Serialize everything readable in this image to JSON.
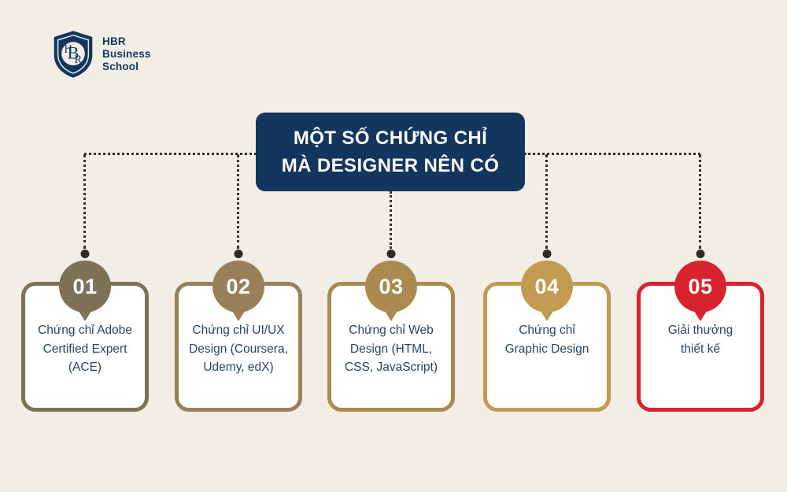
{
  "brand": {
    "monogram": "HBR",
    "lines": [
      "HBR",
      "Business",
      "School"
    ]
  },
  "title": {
    "line1": "MỘT SỐ CHỨNG CHỈ",
    "line2": "MÀ DESIGNER NÊN CÓ"
  },
  "colors": {
    "background": "#f3eee5",
    "navy": "#13365f",
    "connector": "#363029",
    "card_text": "#2c455e",
    "white": "#ffffff"
  },
  "cards": [
    {
      "number": "01",
      "color": "#7d7257",
      "lines": [
        "Chứng chỉ Adobe",
        "Certified Expert",
        "(ACE)"
      ]
    },
    {
      "number": "02",
      "color": "#98815a",
      "lines": [
        "Chứng chỉ UI/UX",
        "Design (Coursera,",
        "Udemy, edX)"
      ]
    },
    {
      "number": "03",
      "color": "#aa8a50",
      "lines": [
        "Chứng chỉ Web",
        "Design (HTML,",
        "CSS, JavaScript)"
      ]
    },
    {
      "number": "04",
      "color": "#c29b52",
      "lines": [
        "Chứng chỉ",
        "Graphic Design",
        ""
      ]
    },
    {
      "number": "05",
      "color": "#d6232e",
      "lines": [
        "Giải thưởng",
        "thiết kế",
        ""
      ]
    }
  ]
}
